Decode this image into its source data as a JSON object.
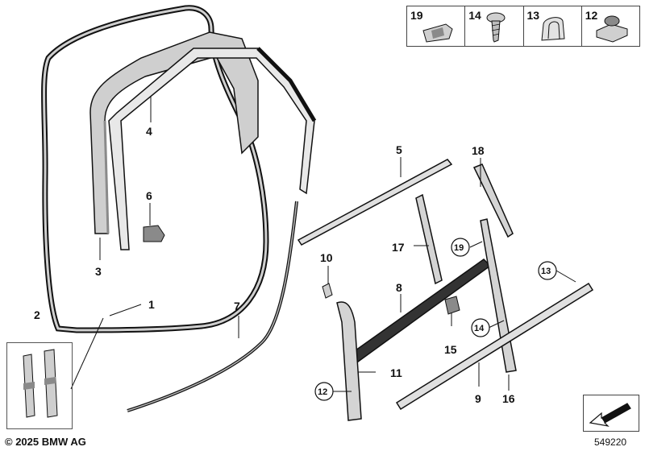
{
  "callouts": {
    "p1": "1",
    "p2": "2",
    "p3": "3",
    "p4": "4",
    "p5": "5",
    "p6": "6",
    "p7": "7",
    "p8": "8",
    "p9": "9",
    "p10": "10",
    "p11": "11",
    "p12": "12",
    "p13": "13",
    "p14": "14",
    "p15": "15",
    "p16": "16",
    "p17": "17",
    "p18": "18",
    "p19": "19"
  },
  "legend": [
    {
      "number": "19",
      "icon": "clip-icon"
    },
    {
      "number": "14",
      "icon": "screw-icon"
    },
    {
      "number": "13",
      "icon": "clamp-icon"
    },
    {
      "number": "12",
      "icon": "expanding-nut-icon"
    }
  ],
  "footer": {
    "copyright": "© 2025 BMW AG",
    "doc_number": "549220"
  },
  "colors": {
    "line": "#111111",
    "part_fill": "#d4d4d4",
    "part_dark": "#8a8a8a"
  }
}
